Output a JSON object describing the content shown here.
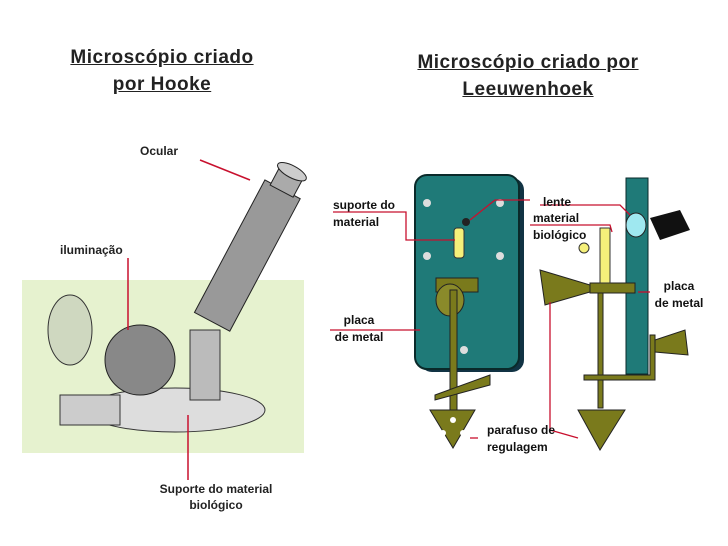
{
  "left": {
    "title_line1": "Microscópio criado",
    "title_line2": "por Hooke",
    "labels": {
      "ocular": "Ocular",
      "iluminacao": "iluminação",
      "suporte_line1": "Suporte do material",
      "suporte_line2": "biológico"
    }
  },
  "right": {
    "title_line1": "Microscópio criado por",
    "title_line2": "Leeuwenhoek",
    "labels": {
      "suporte_line1": "suporte do",
      "suporte_line2": "material",
      "lente": "lente",
      "material_line1": "material",
      "material_line2": "biológico",
      "placa_left_line1": "placa",
      "placa_left_line2": "de metal",
      "placa_right_line1": "placa",
      "placa_right_line2": "de metal",
      "parafuso_line1": "parafuso de",
      "parafuso_line2": "regulagem"
    }
  },
  "colors": {
    "plate": "#1f7a78",
    "brass": "#7a7a1c",
    "leader": "#c8102e",
    "hooke_bg": "#e6f2cf"
  }
}
